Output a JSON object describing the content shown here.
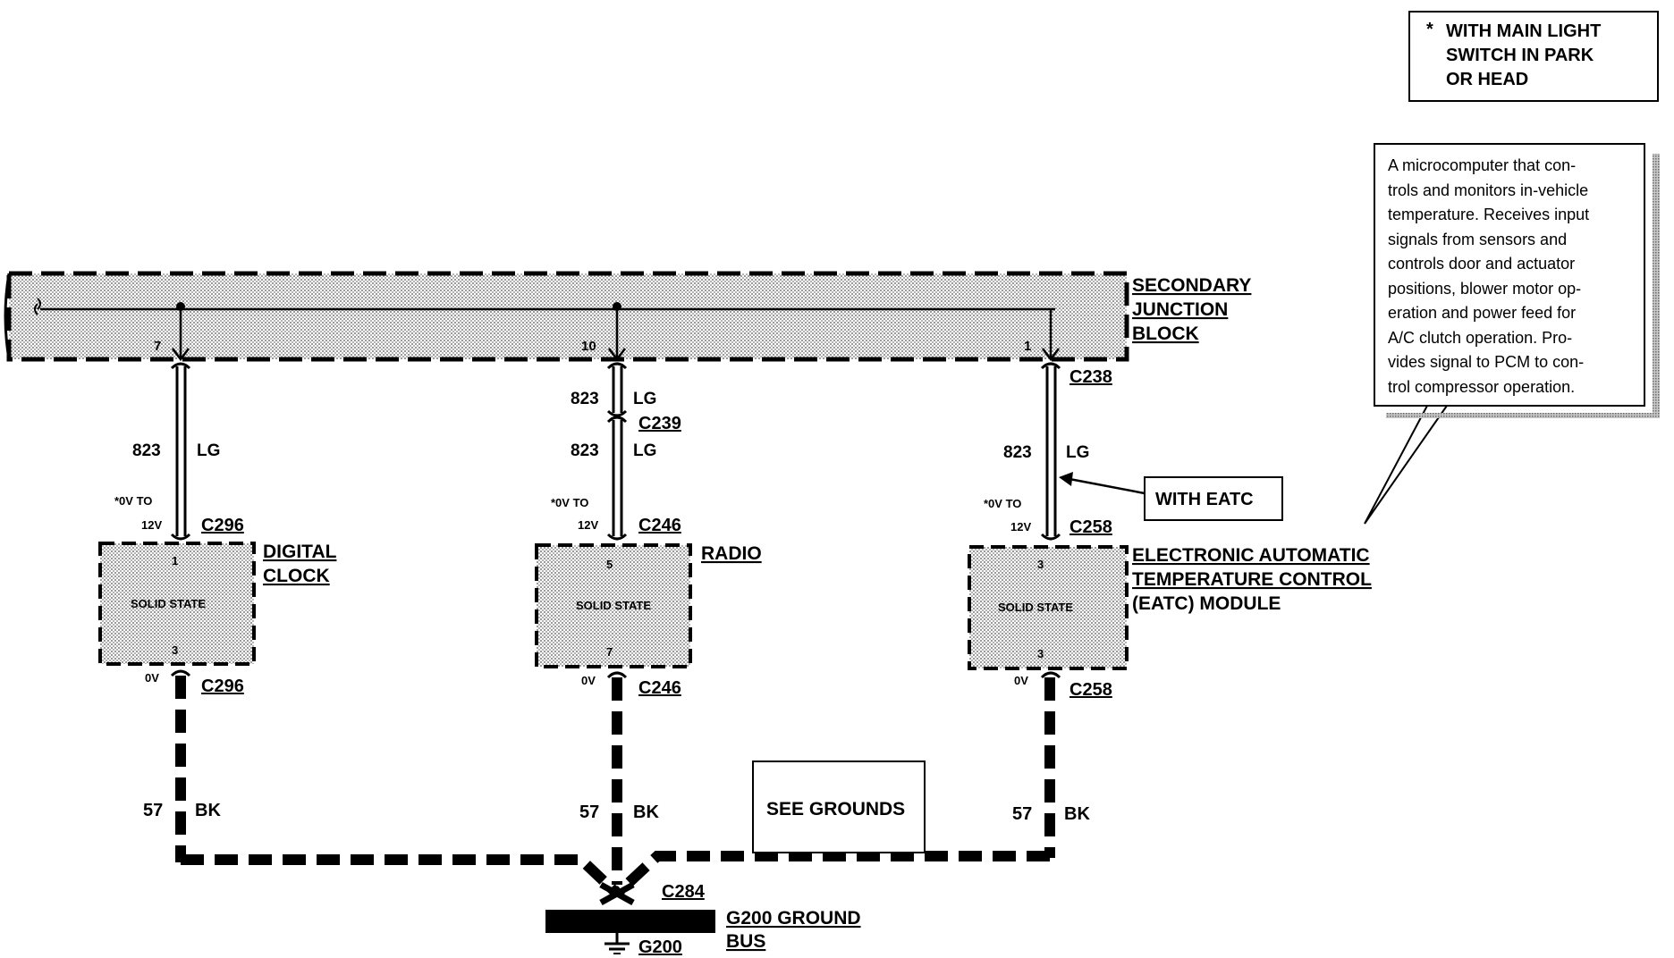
{
  "note": {
    "star": "*",
    "text_lines": [
      "WITH MAIN LIGHT",
      "SWITCH IN PARK",
      "OR HEAD"
    ]
  },
  "callout": {
    "lines": [
      "A microcomputer that con-",
      "trols and monitors in-vehicle",
      "temperature.  Receives input",
      "signals from sensors and",
      "controls door and actuator",
      "positions, blower motor op-",
      "eration and power feed for",
      "A/C clutch operation.  Pro-",
      "vides signal to PCM to con-",
      "trol compressor operation."
    ]
  },
  "junction_block": {
    "label_lines": [
      "SECONDARY",
      "JUNCTION",
      "BLOCK"
    ],
    "pins": [
      "7",
      "10",
      "1"
    ]
  },
  "connectors": {
    "c238": "C238",
    "c239": "C239",
    "c296": "C296",
    "c246": "C246",
    "c258": "C258",
    "c284": "C284",
    "g200": "G200"
  },
  "wires": {
    "circuit": "823",
    "color": "LG",
    "ground_circuit": "57",
    "ground_color": "BK"
  },
  "voltage": {
    "top_line": "*0V TO",
    "bottom_line": "12V",
    "ground": "0V"
  },
  "modules": {
    "clock": {
      "name_lines": [
        "DIGITAL",
        "CLOCK"
      ],
      "pin_top": "1",
      "pin_bottom": "3",
      "inner": "SOLID STATE"
    },
    "radio": {
      "name_lines": [
        "RADIO"
      ],
      "pin_top": "5",
      "pin_bottom": "7",
      "inner": "SOLID STATE"
    },
    "eatc": {
      "name_lines": [
        "ELECTRONIC AUTOMATIC",
        "TEMPERATURE CONTROL",
        "(EATC) MODULE"
      ],
      "pin_top": "3",
      "pin_bottom": "3",
      "inner": "SOLID STATE"
    }
  },
  "with_eatc": "WITH EATC",
  "see_grounds": "SEE GROUNDS",
  "ground_bus": {
    "label_lines": [
      "G200 GROUND",
      "BUS"
    ]
  }
}
